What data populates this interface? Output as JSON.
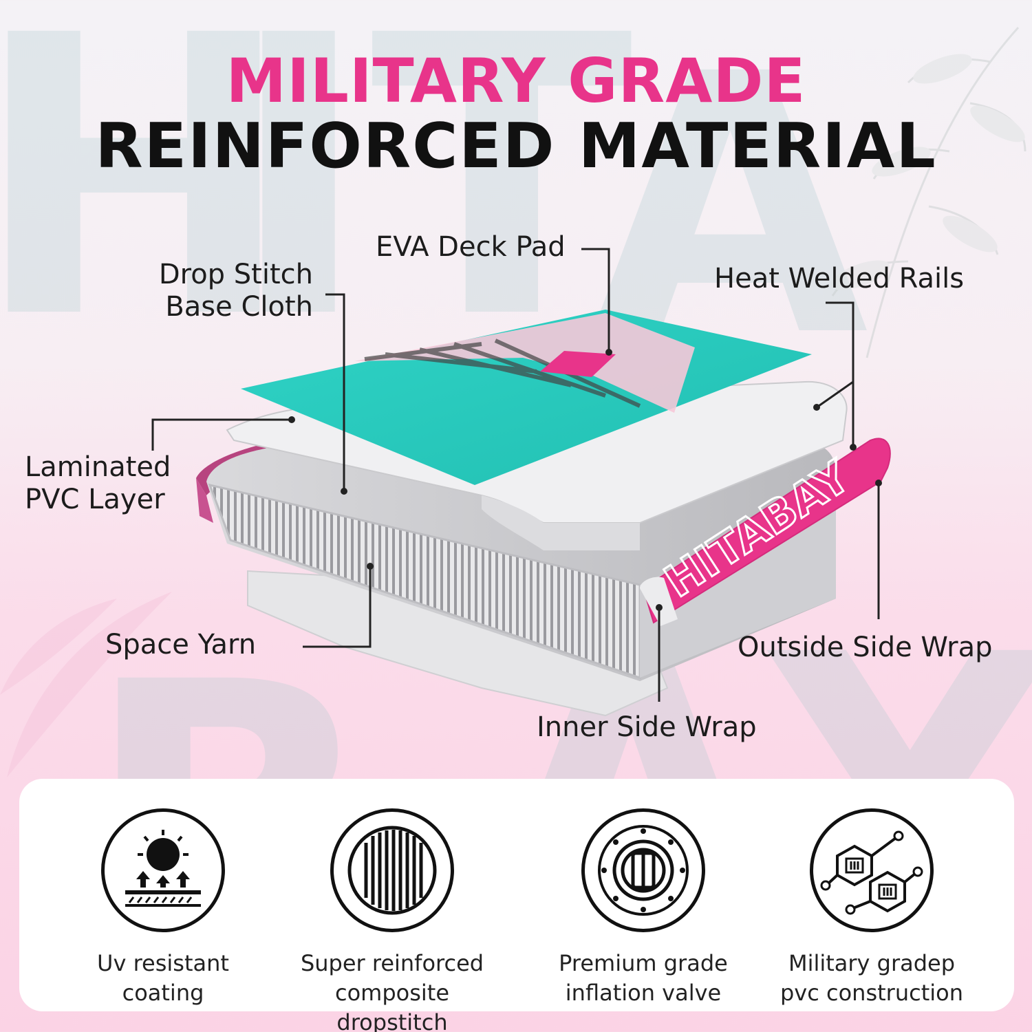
{
  "title": {
    "line1": "MILITARY GRADE",
    "line2": "REINFORCED MATERIAL"
  },
  "labels": {
    "eva_deck_pad": "EVA Deck Pad",
    "drop_stitch_line1": "Drop Stitch",
    "drop_stitch_line2": "Base Cloth",
    "heat_welded_rails": "Heat Welded Rails",
    "laminated_line1": "Laminated",
    "laminated_line2": "PVC Layer",
    "space_yarn": "Space Yarn",
    "outside_side_wrap": "Outside Side Wrap",
    "inner_side_wrap": "Inner Side Wrap"
  },
  "brand_on_rail": "HITABAY",
  "features": [
    {
      "icon": "uv-sun-icon",
      "line1": "Uv resistant",
      "line2": "coating"
    },
    {
      "icon": "dropstitch-icon",
      "line1": "Super reinforced",
      "line2": "composite dropstitch"
    },
    {
      "icon": "valve-icon",
      "line1": "Premium grade",
      "line2": "inflation valve"
    },
    {
      "icon": "molecule-icon",
      "line1": "Military gradep",
      "line2": "pvc construction"
    }
  ],
  "colors": {
    "accent_pink": "#e8348a",
    "teal_deck": "#2fcfc2",
    "text_dark": "#111111"
  }
}
